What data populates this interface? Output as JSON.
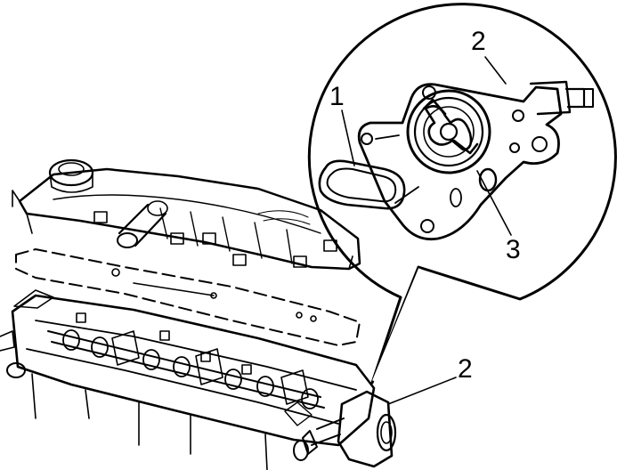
{
  "callouts": {
    "detail_top": "2",
    "detail_left": "1",
    "detail_bottom": "3",
    "engine_pump": "2"
  }
}
